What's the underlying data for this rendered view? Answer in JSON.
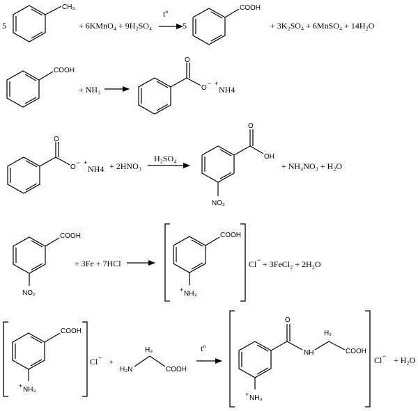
{
  "reactions": [
    {
      "coef_left": "5",
      "reagents": "+ 6KMnO₄ + 9H₂SO₄",
      "condition": "tº",
      "coef_right": "5",
      "byproducts": "+ 3K₂SO₄ + 6MnSO₄ + 14H₂O",
      "label_ch3": "CH₃",
      "label_cooh": "COOH"
    },
    {
      "label_cooh": "COOH",
      "reagents": "+ NH₃",
      "label_o": "O",
      "label_ominus": "O",
      "label_nh4": "NH4",
      "minus": "−",
      "plus": "+"
    },
    {
      "label_o": "O",
      "label_ominus": "O",
      "label_nh4": "NH4",
      "minus": "−",
      "plus": "+",
      "reagents": "+ 2HNO₃",
      "condition": "H₂SO₄",
      "label_o2": "O",
      "label_oh": "OH",
      "label_no2": "NO₂",
      "byproducts": "+ NH₄NO₃ + H₂O"
    },
    {
      "label_cooh": "COOH",
      "label_no2": "NO₂",
      "reagents": "+ 3Fe + 7HCl",
      "label_cooh2": "COOH",
      "label_nh3": "NH₃",
      "plus": "+",
      "chloride": "Cl",
      "minus": "−",
      "byproducts": "+ 3FeCl₂ + 2H₂O"
    },
    {
      "label_cooh": "COOH",
      "label_nh3": "NH₃",
      "plus": "+",
      "chloride": "Cl",
      "minus": "−",
      "plus_sign": "+",
      "label_h2": "H₂",
      "label_h2n": "H₂N",
      "label_cooh_gly": "COOH",
      "condition": "tº",
      "label_o": "O",
      "label_h2b": "H₂",
      "label_nh": "NH",
      "label_cooh3": "COOH",
      "label_nh3b": "NH₃",
      "plus_b": "+",
      "chloride2": "Cl",
      "minus2": "−",
      "byproducts": "+ H₂O"
    }
  ]
}
